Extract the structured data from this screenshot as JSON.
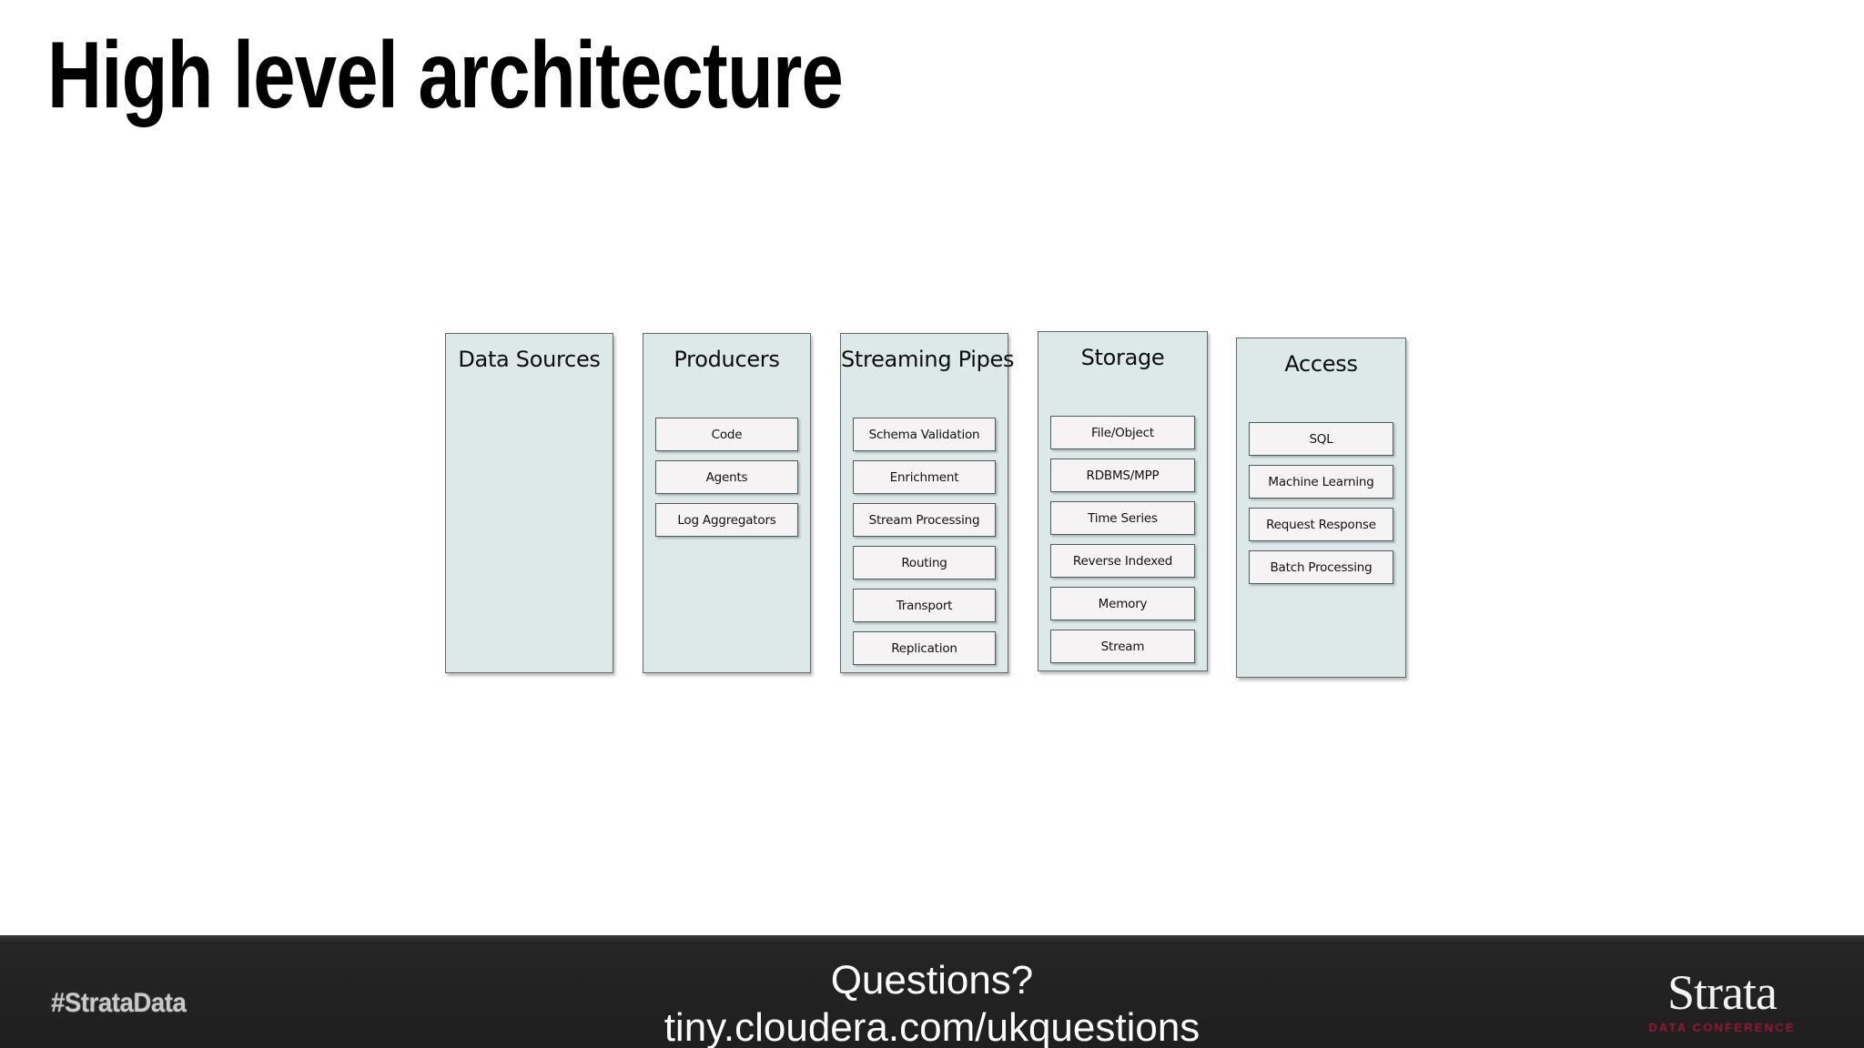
{
  "slide": {
    "title": "High level architecture",
    "background_color": "#ffffff"
  },
  "theme": {
    "column_fill": "#dde9e9",
    "column_border": "#5d6d6d",
    "item_fill": "#f5f3f3",
    "item_border": "#4c5b5b",
    "footer_background": "#232323",
    "footer_text": "#fdfdfd",
    "brand_red": "#9c1833"
  },
  "diagram": {
    "type": "column-stack-architecture",
    "columns": [
      {
        "title": "Data Sources",
        "items": []
      },
      {
        "title": "Producers",
        "items": [
          {
            "label": "Code"
          },
          {
            "label": "Agents"
          },
          {
            "label": "Log Aggregators"
          }
        ]
      },
      {
        "title": "Streaming Pipes",
        "items": [
          {
            "label": "Schema Validation"
          },
          {
            "label": "Enrichment"
          },
          {
            "label": "Stream Processing"
          },
          {
            "label": "Routing"
          },
          {
            "label": "Transport"
          },
          {
            "label": "Replication"
          }
        ]
      },
      {
        "title": "Storage",
        "items": [
          {
            "label": "File/Object"
          },
          {
            "label": "RDBMS/MPP"
          },
          {
            "label": "Time Series"
          },
          {
            "label": "Reverse Indexed"
          },
          {
            "label": "Memory"
          },
          {
            "label": "Stream"
          }
        ]
      },
      {
        "title": "Access",
        "items": [
          {
            "label": "SQL"
          },
          {
            "label": "Machine Learning"
          },
          {
            "label": "Request Response"
          },
          {
            "label": "Batch Processing"
          }
        ]
      }
    ]
  },
  "footer": {
    "hashtag": "#StrataData",
    "questions_heading": "Questions?",
    "questions_url": "tiny.cloudera.com/ukquestions",
    "logo": {
      "wordmark": "Strata",
      "subtitle": "DATA CONFERENCE"
    }
  }
}
